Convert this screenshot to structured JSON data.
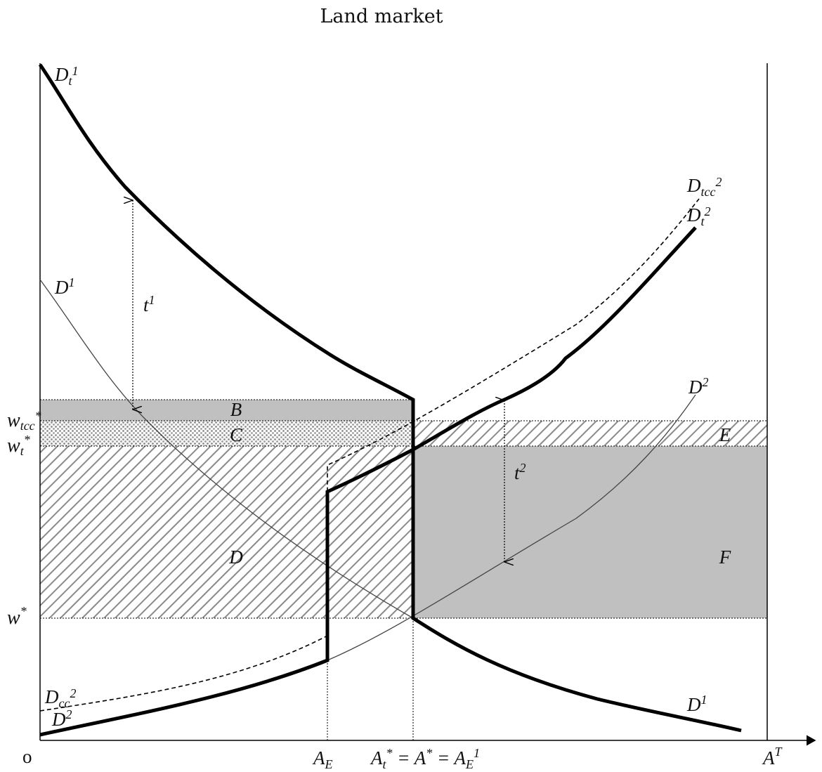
{
  "title": "Land market",
  "origin_label": "o",
  "areas": {
    "B": "B",
    "C": "C",
    "D": "D",
    "E": "E",
    "F": "F"
  },
  "curves": {
    "Dt1": {
      "base": "D",
      "sub": "t",
      "sup": "1"
    },
    "D1_upper": {
      "base": "D",
      "sup": "1"
    },
    "D1_lower": {
      "base": "D",
      "sup": "1"
    },
    "Dtcc2": {
      "base": "D",
      "sub": "tcc",
      "sup": "2"
    },
    "Dt2": {
      "base": "D",
      "sub": "t",
      "sup": "2"
    },
    "D2_right": {
      "base": "D",
      "sup": "2"
    },
    "D2_left": {
      "base": "D",
      "sup": "2"
    },
    "Dcc2": {
      "base": "D",
      "sub": "cc",
      "sup": "2"
    }
  },
  "arrows": {
    "t1": {
      "base": "t",
      "sup": "1"
    },
    "t2": {
      "base": "t",
      "sup": "2"
    }
  },
  "y_levels": {
    "wtcc": {
      "base": "w",
      "sub": "tcc",
      "sup": "*"
    },
    "wt": {
      "base": "w",
      "sub": "t",
      "sup": "*"
    },
    "w": {
      "base": "w",
      "sup": "*"
    }
  },
  "x_levels": {
    "AE": {
      "base": "A",
      "sub": "E"
    },
    "combo": {
      "p1": {
        "base": "A",
        "sub": "t",
        "sup": "*"
      },
      "eq1": " = ",
      "p2": {
        "base": "A",
        "sup": "*"
      },
      "eq2": " = ",
      "p3": {
        "base": "A",
        "sub": "E",
        "sup": "1"
      }
    },
    "AT": {
      "base": "A",
      "sup": "T"
    }
  },
  "colors": {
    "gray_fill": "#c0c0c0",
    "dots": "#8a8a8a",
    "hatch": "#8a8a8a",
    "ink": "#000000"
  }
}
